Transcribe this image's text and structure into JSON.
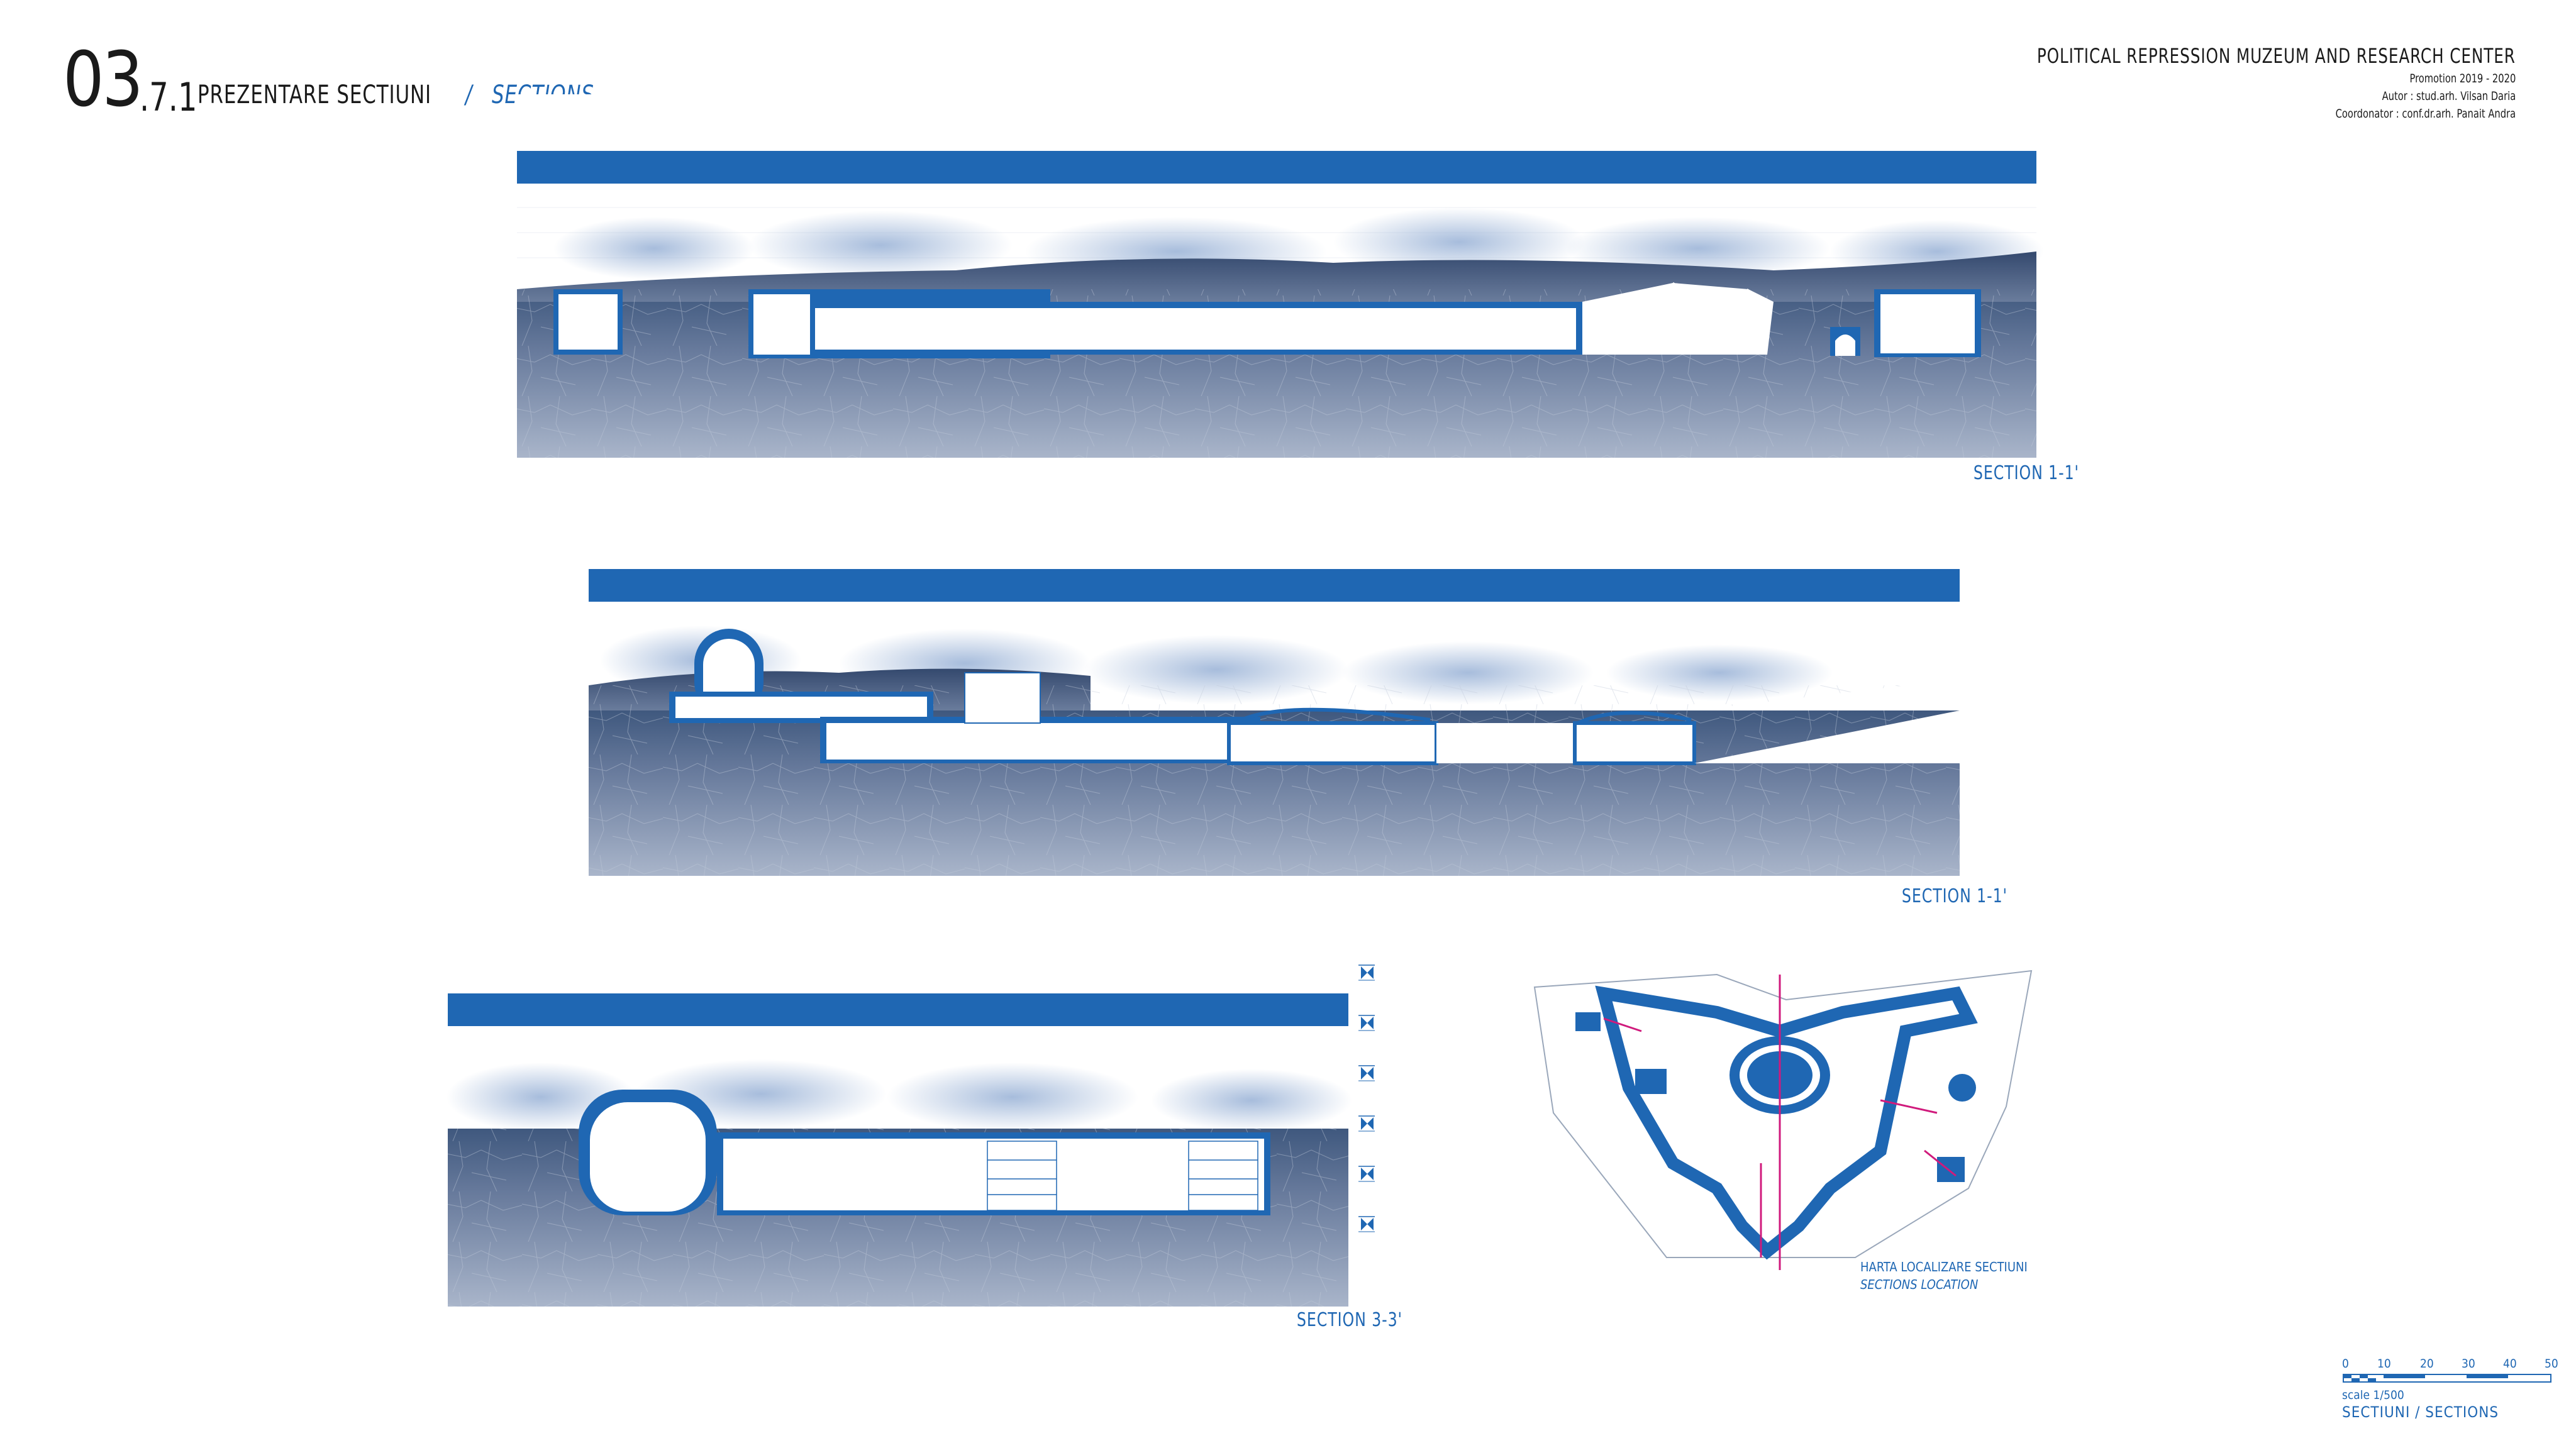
{
  "header": {
    "number_big": "03",
    "number_sub": ".7.1",
    "title_ro": "PREZENTARE SECTIUNI",
    "separator": "/",
    "title_en": "SECTIONS"
  },
  "project": {
    "name": "POLITICAL REPRESSION MUZEUM AND RESEARCH CENTER",
    "promotion": "Promotion 2019 - 2020",
    "author": "Autor : stud.arh. Vilsan Daria",
    "coordinator": "Coordonator : conf.dr.arh. Panait Andra"
  },
  "sections": [
    {
      "caption": "SECTION 1-1'"
    },
    {
      "caption": "SECTION 1-1'"
    },
    {
      "caption": "SECTION 3-3'"
    }
  ],
  "location_map": {
    "caption_ro": "HARTA LOCALIZARE SECTIUNI",
    "caption_en": "SECTIONS LOCATION"
  },
  "scale_bar": {
    "ticks": [
      "0",
      "10",
      "20",
      "30",
      "40",
      "50"
    ],
    "scale": "scale 1/500",
    "label": "SECTIUNI / SECTIONS"
  },
  "colors": {
    "accent": "#1f67b3",
    "ground": "#8a9bb6",
    "map_pink": "#d01a7c"
  }
}
